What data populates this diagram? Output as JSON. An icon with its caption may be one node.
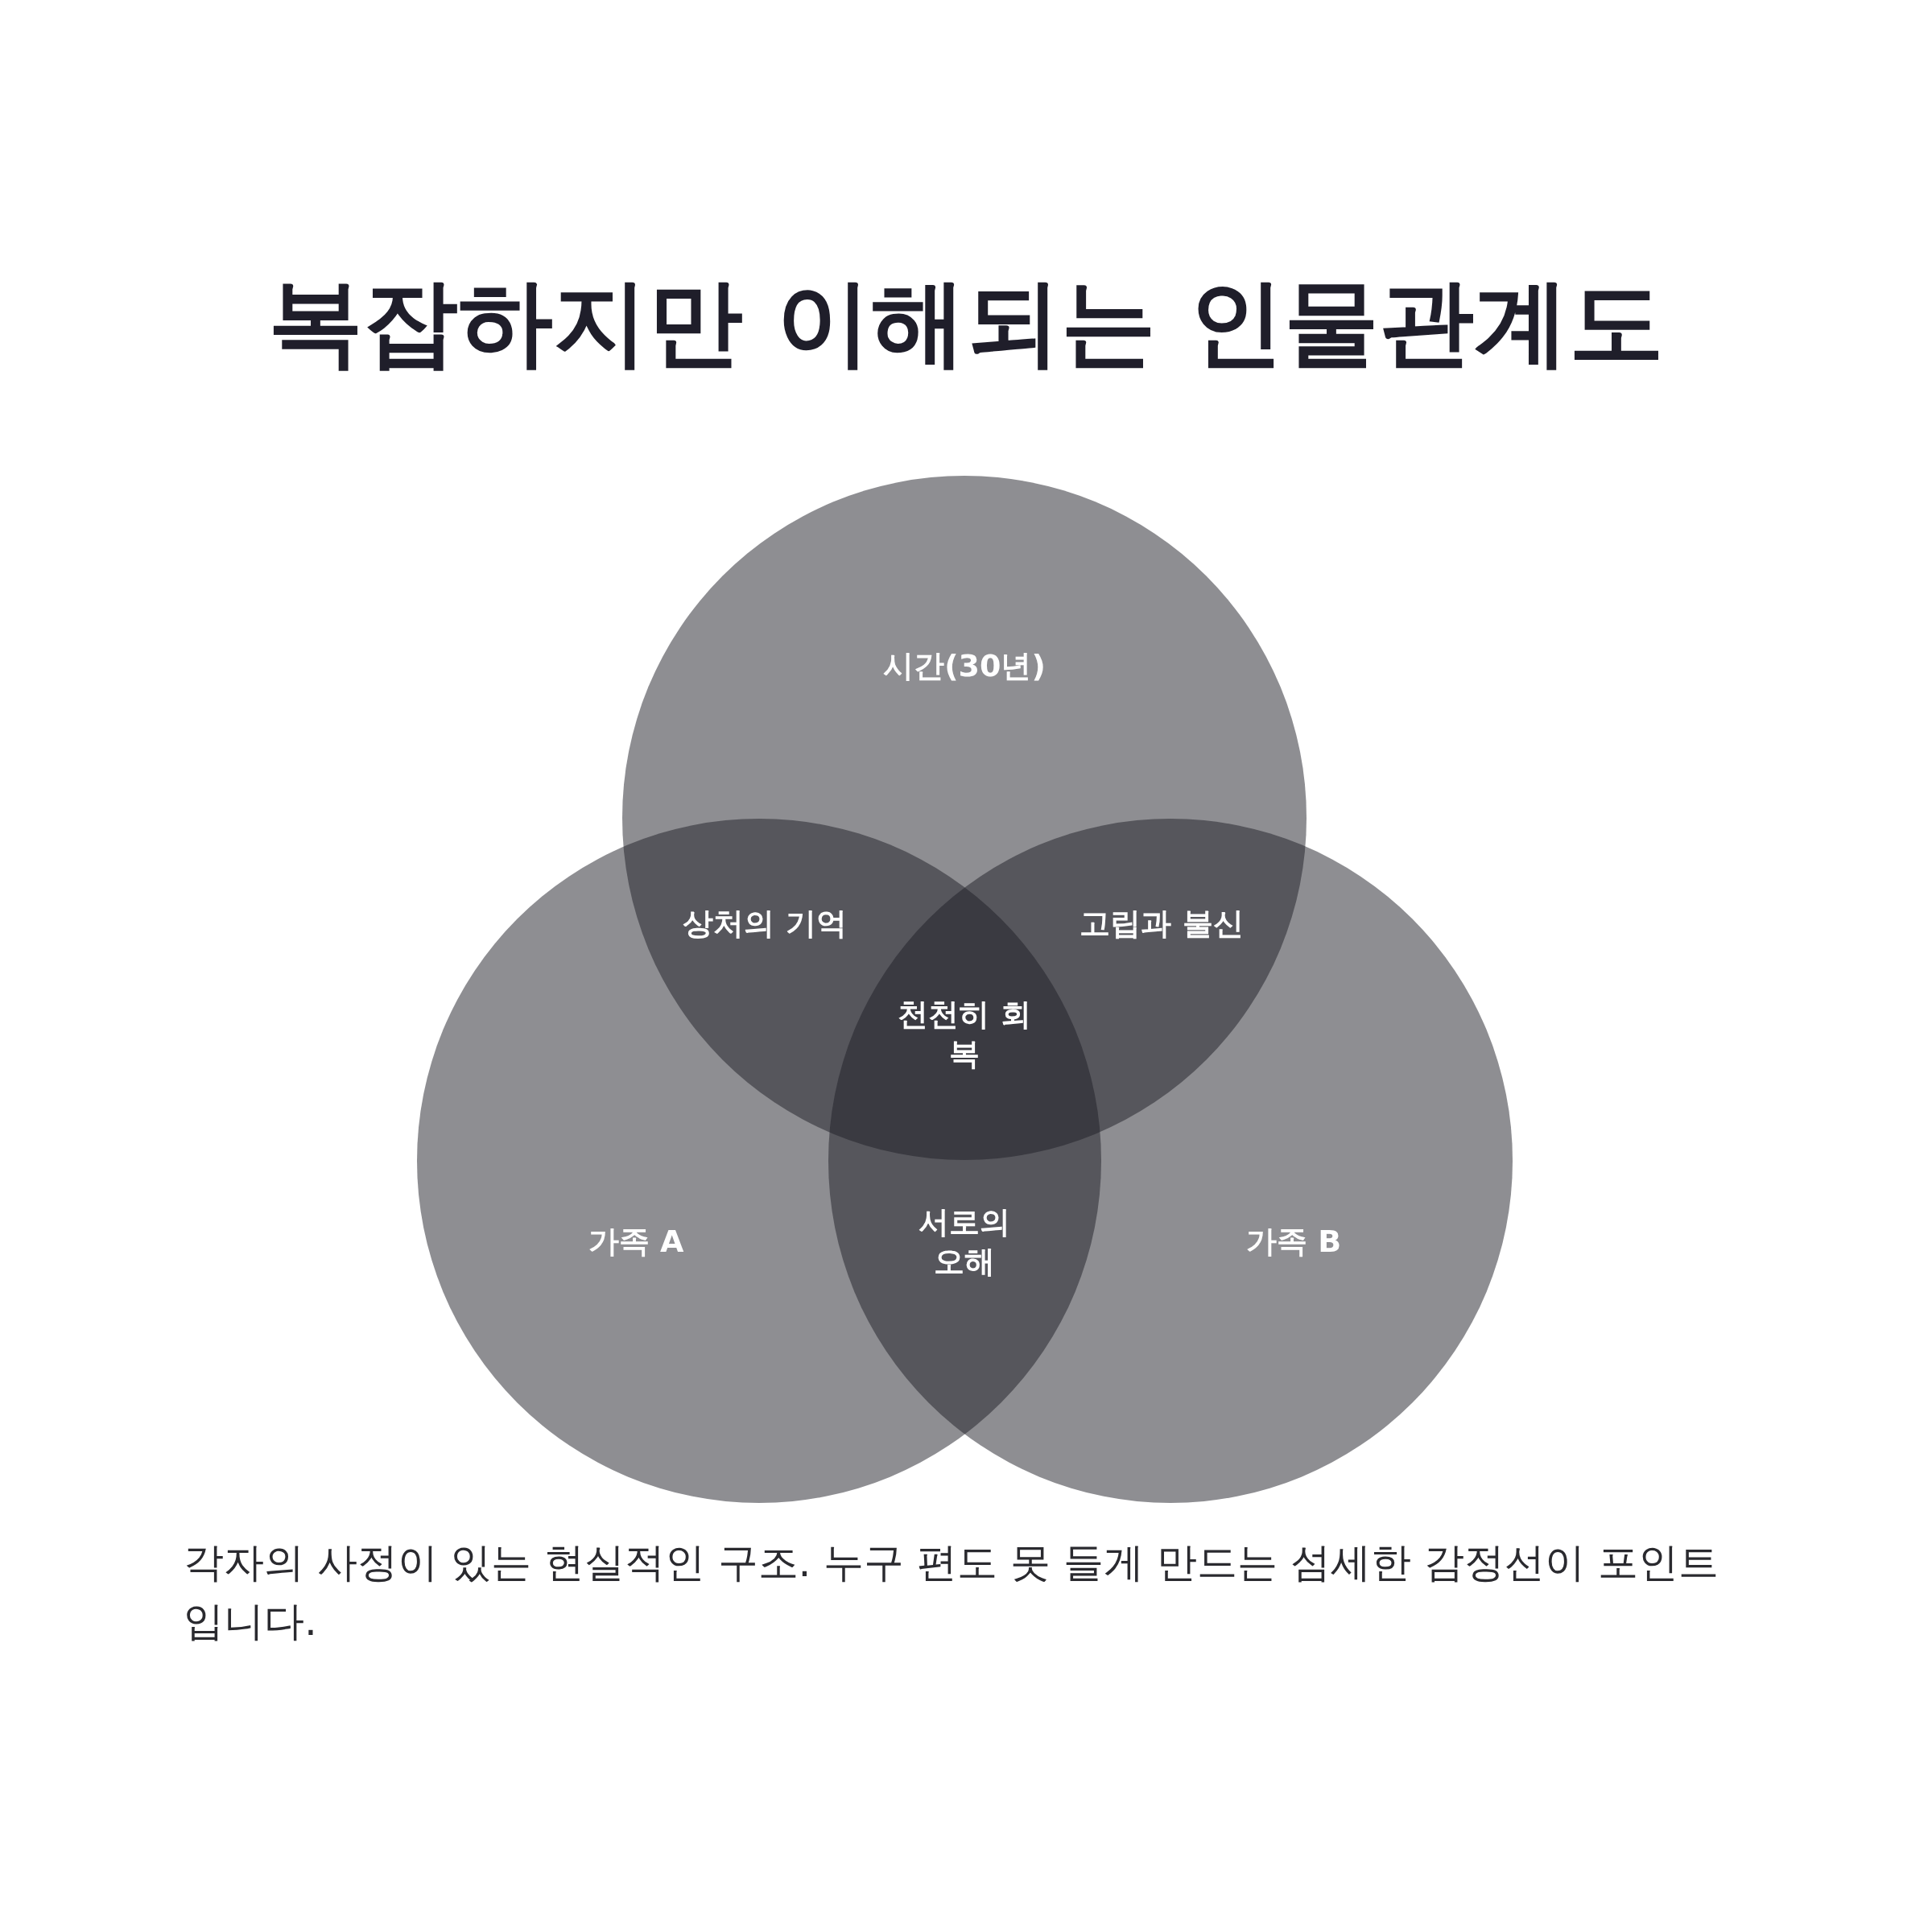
{
  "diagram": {
    "title": "복잡하지만 이해되는 인물관계도",
    "caption": "각자의 사정이 있는 현실적인 구조. 누구 편도 못 들게 만드는 섬세한 감정선이 포인트입니다.",
    "nodes": [
      {
        "text": [
          "시간(30년)"
        ]
      },
      {
        "text": [
          "가족 A"
        ]
      },
      {
        "text": [
          "가족 B"
        ]
      }
    ],
    "edges": [],
    "labels": [
      "상처의 기억",
      "고립과 불신",
      "천천히 회복",
      "서로의 오해"
    ]
  }
}
